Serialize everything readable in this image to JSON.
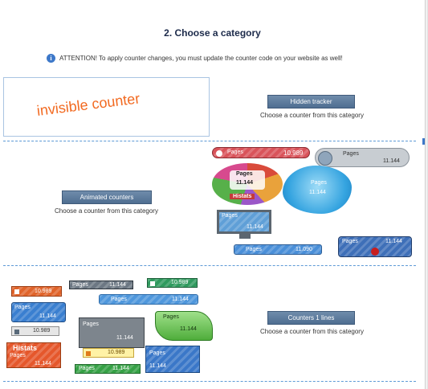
{
  "page": {
    "title": "2. Choose a category"
  },
  "notice": {
    "icon": "info-icon",
    "text": "ATTENTION! To apply counter changes, you must update the counter code on your website as well!"
  },
  "categories": [
    {
      "preview_text": "invisible counter",
      "button": "Hidden tracker",
      "subtitle": "Choose a counter from this category"
    },
    {
      "button": "Animated counters",
      "subtitle": "Choose a counter from this category"
    },
    {
      "button": "Counters 1 lines",
      "subtitle": "Choose a counter from this category"
    }
  ],
  "counter_samples": {
    "label_pages": "Pages",
    "label_histats": "Histats",
    "v1": "10.989",
    "v2": "11.144",
    "v3": "11.090",
    "v4": "10,989",
    "v5": "11 144"
  },
  "colors": {
    "accent": "#3d78c9",
    "button": "#5a7898",
    "invisible_text": "#f26a21",
    "title": "#1c2a4a"
  }
}
